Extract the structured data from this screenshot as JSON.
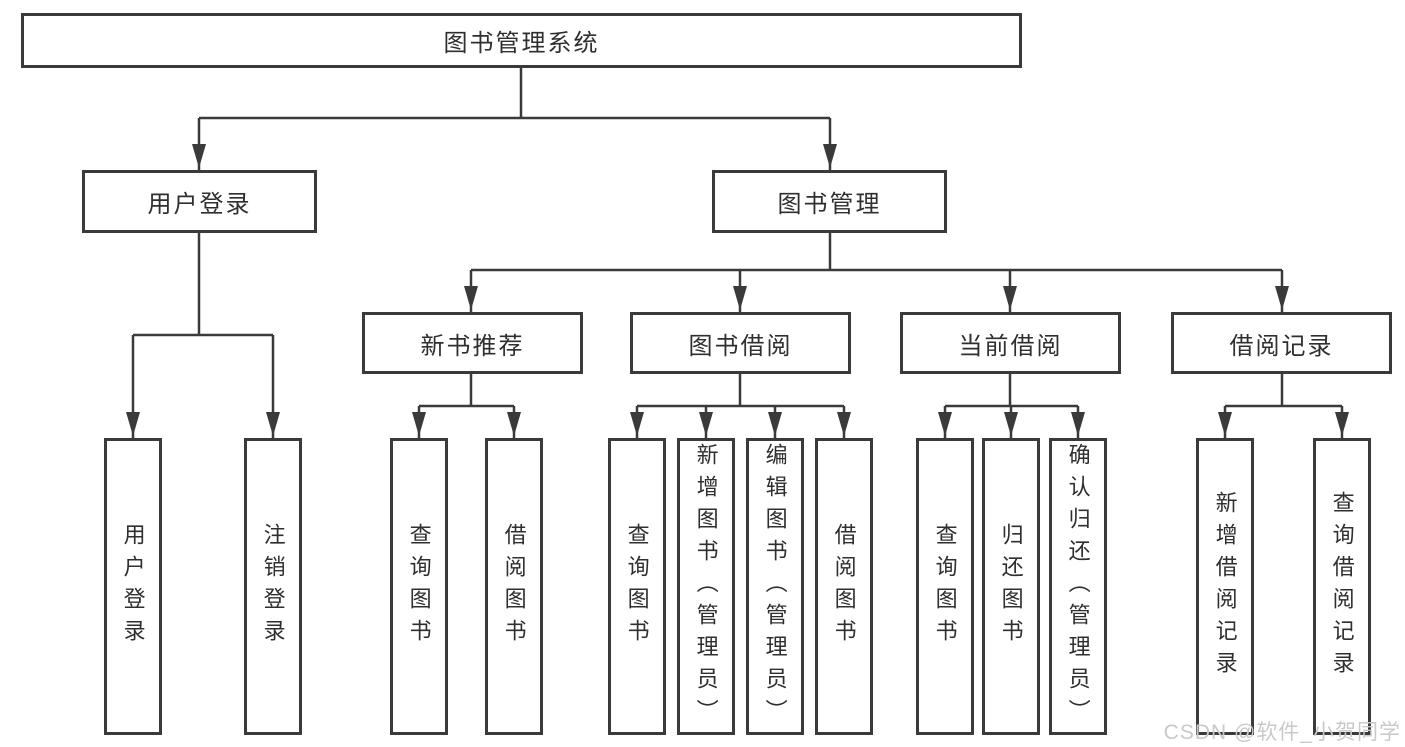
{
  "colors": {
    "line": "#3a3a3a",
    "text": "#2f2f2f",
    "background": "#ffffff",
    "watermark": "#c9c9c9"
  },
  "nodes": {
    "root": {
      "label": "图书管理系统"
    },
    "level2": [
      {
        "label": "用户登录"
      },
      {
        "label": "图书管理"
      }
    ],
    "level3": [
      {
        "label": "新书推荐"
      },
      {
        "label": "图书借阅"
      },
      {
        "label": "当前借阅"
      },
      {
        "label": "借阅记录"
      }
    ],
    "leaves": {
      "user_login": [
        {
          "label": "用户登录"
        },
        {
          "label": "注销登录"
        }
      ],
      "new_book_recommendation": [
        {
          "label": "查询图书"
        },
        {
          "label": "借阅图书"
        }
      ],
      "book_borrowing": [
        {
          "label": "查询图书"
        },
        {
          "label": "新增图书（管理员）"
        },
        {
          "label": "编辑图书（管理员）"
        },
        {
          "label": "借阅图书"
        }
      ],
      "current_borrowing": [
        {
          "label": "查询图书"
        },
        {
          "label": "归还图书"
        },
        {
          "label": "确认归还（管理员）"
        }
      ],
      "borrowing_records": [
        {
          "label": "新增借阅记录"
        },
        {
          "label": "查询借阅记录"
        }
      ]
    }
  },
  "watermark": "CSDN @软件_小贺同学"
}
